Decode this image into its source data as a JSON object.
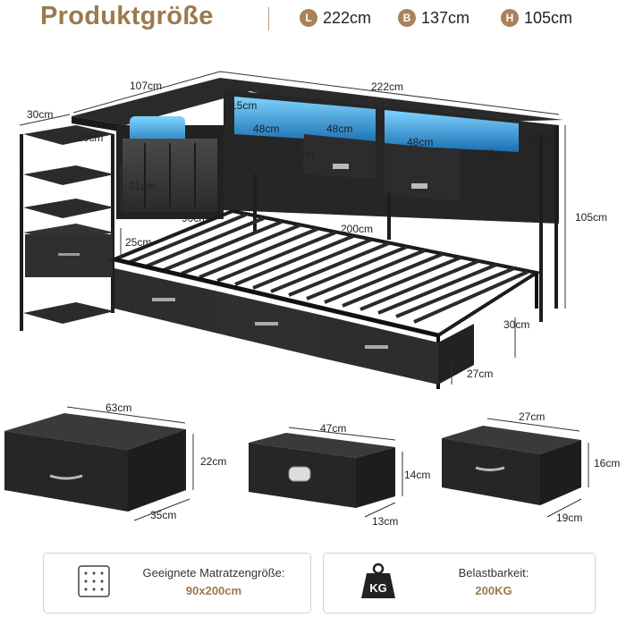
{
  "header": {
    "title": "Produktgröße",
    "specs": [
      {
        "letter": "L",
        "value": "222cm"
      },
      {
        "letter": "B",
        "value": "137cm"
      },
      {
        "letter": "H",
        "value": "105cm"
      }
    ]
  },
  "bed_dimensions": {
    "length": "222cm",
    "side_length": "107cm",
    "shelf_depth": "30cm",
    "left_shelf_top": "20cm",
    "light_shelf_depth": "15cm",
    "compartment_1": "48cm",
    "compartment_2": "48cm",
    "compartment_3": "48cm",
    "compartment_4": "48cm",
    "right_depth": "15cm",
    "drawer_height_upper": "32cm",
    "headboard_height": "31cm",
    "clearance": "25cm",
    "mattress_width": "90cm",
    "mattress_length": "200cm",
    "height": "105cm",
    "side_height": "30cm",
    "under_bed_height": "27cm"
  },
  "drawers": {
    "large": {
      "width": "63cm",
      "height": "22cm",
      "depth": "35cm"
    },
    "small": {
      "width": "47cm",
      "height": "14cm",
      "depth": "13cm"
    },
    "medium": {
      "width": "27cm",
      "height": "16cm",
      "depth": "19cm"
    }
  },
  "footer": {
    "mattress_label": "Geeignete Matratzengröße:",
    "mattress_value": "90x200cm",
    "load_label": "Belastbarkeit:",
    "load_value": "200KG",
    "kg_icon_text": "KG"
  }
}
